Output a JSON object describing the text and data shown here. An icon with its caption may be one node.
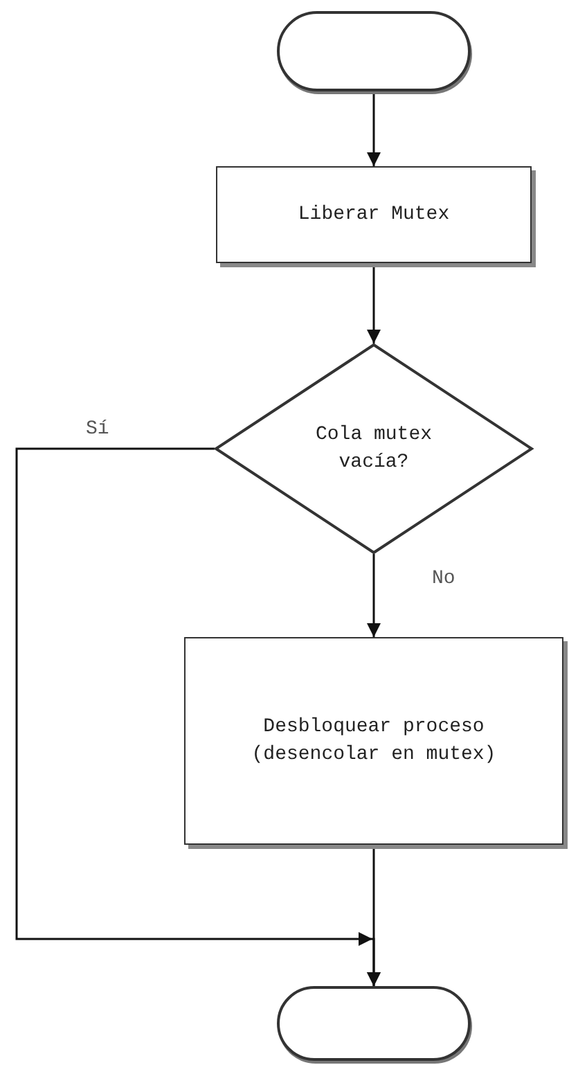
{
  "diagram": {
    "nodes": [
      {
        "text": [],
        "shape": "terminator"
      },
      {
        "text": [
          "Liberar Mutex"
        ]
      },
      {
        "text": [
          "Cola mutex vacía?"
        ]
      },
      {
        "text": [
          "Desbloquear proceso (desencolar en mutex)"
        ]
      },
      {
        "text": [],
        "shape": "terminator"
      }
    ],
    "edges": [
      {
        "from": 0,
        "to": 1,
        "arrow": "to"
      },
      {
        "from": 1,
        "to": 2,
        "arrow": "to"
      },
      {
        "from": 2,
        "to": 3,
        "arrow": "to",
        "label": "No"
      },
      {
        "from": 2,
        "to": 4,
        "arrow": "to",
        "label": "Sí"
      },
      {
        "from": 3,
        "to": 4,
        "arrow": "to"
      }
    ]
  }
}
